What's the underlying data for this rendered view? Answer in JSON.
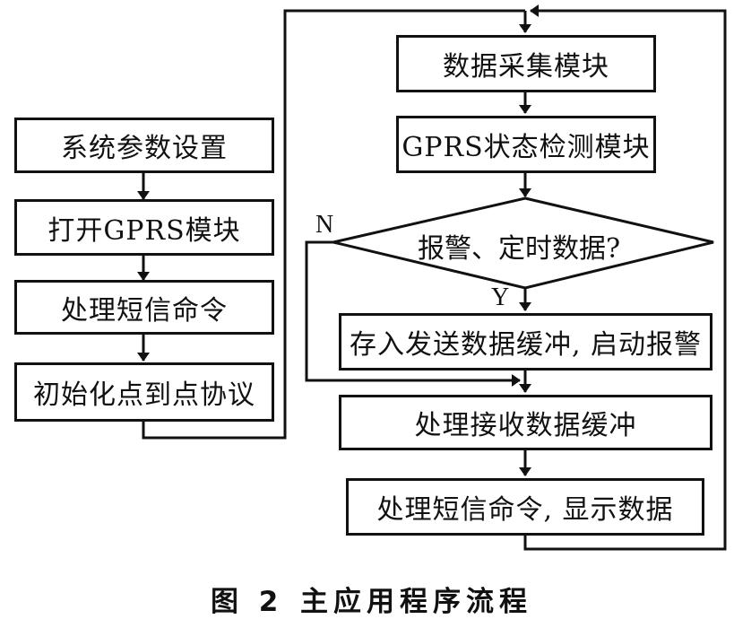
{
  "left_column": {
    "steps": [
      "系统参数设置",
      "打开GPRS模块",
      "处理短信命令",
      "初始化点到点协议"
    ]
  },
  "main_loop": {
    "steps_before_decision": [
      "数据采集模块",
      "GPRS状态检测模块"
    ],
    "decision": {
      "question": "报警、定时数据?",
      "yes_label": "Y",
      "no_label": "N"
    },
    "yes_step": "存入发送数据缓冲, 启动报警",
    "steps_after_decision": [
      "处理接收数据缓冲",
      "处理短信命令, 显示数据"
    ]
  },
  "caption": {
    "figure_number": "图 2",
    "title": "主应用程序流程"
  }
}
